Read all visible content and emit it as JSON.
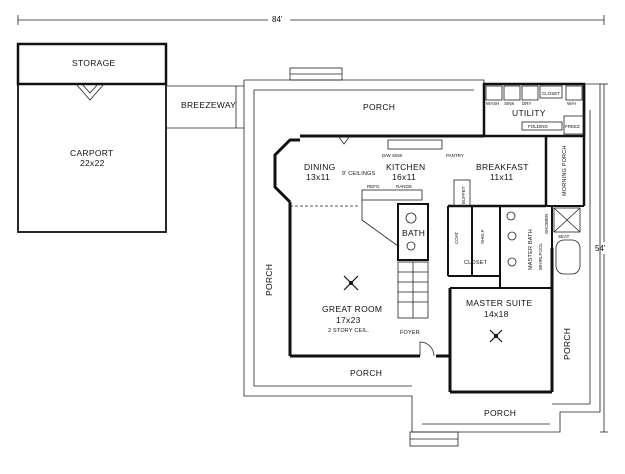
{
  "dimensions": {
    "width": "84'",
    "depth": "54'"
  },
  "rooms": {
    "storage": "STORAGE",
    "carport": "CARPORT",
    "carport_size": "22x22",
    "breezeway": "BREEZEWAY",
    "porch_top": "PORCH",
    "utility": "UTILITY",
    "dining": "DINING",
    "dining_size": "13x11",
    "ceilings_note": "9' CEILINGS",
    "kitchen": "KITCHEN",
    "kitchen_size": "16x11",
    "breakfast": "BREAKFAST",
    "breakfast_size": "11x11",
    "morning_porch": "MORNING PORCH",
    "great_room": "GREAT ROOM",
    "great_room_size": "17x23",
    "great_room_note": "2 STORY CEIL.",
    "bath": "BATH",
    "master_bath": "MASTER BATH",
    "master_suite": "MASTER SUITE",
    "master_suite_size": "14x18",
    "closet": "CLOSET",
    "foyer": "FOYER",
    "porch_left": "PORCH",
    "porch_bottom": "PORCH",
    "porch_bottom_right": "PORCH",
    "porch_right": "PORCH"
  },
  "fixtures": {
    "wash": "WASH",
    "sink": "SINK",
    "dry": "DRY",
    "closet": "CLOSET",
    "wh": "W/H",
    "folding": "FOLDING",
    "freez": "FREEZ",
    "dw_sink": "D/W SINK",
    "pantry": "PANTRY",
    "refg": "REFG",
    "range": "RANGE",
    "buffet": "BUFFET",
    "coat": "COAT",
    "shelf": "SHELF",
    "whirlpool": "WHIRLPOOL",
    "shower": "SHOWER",
    "seat": "SEAT"
  }
}
